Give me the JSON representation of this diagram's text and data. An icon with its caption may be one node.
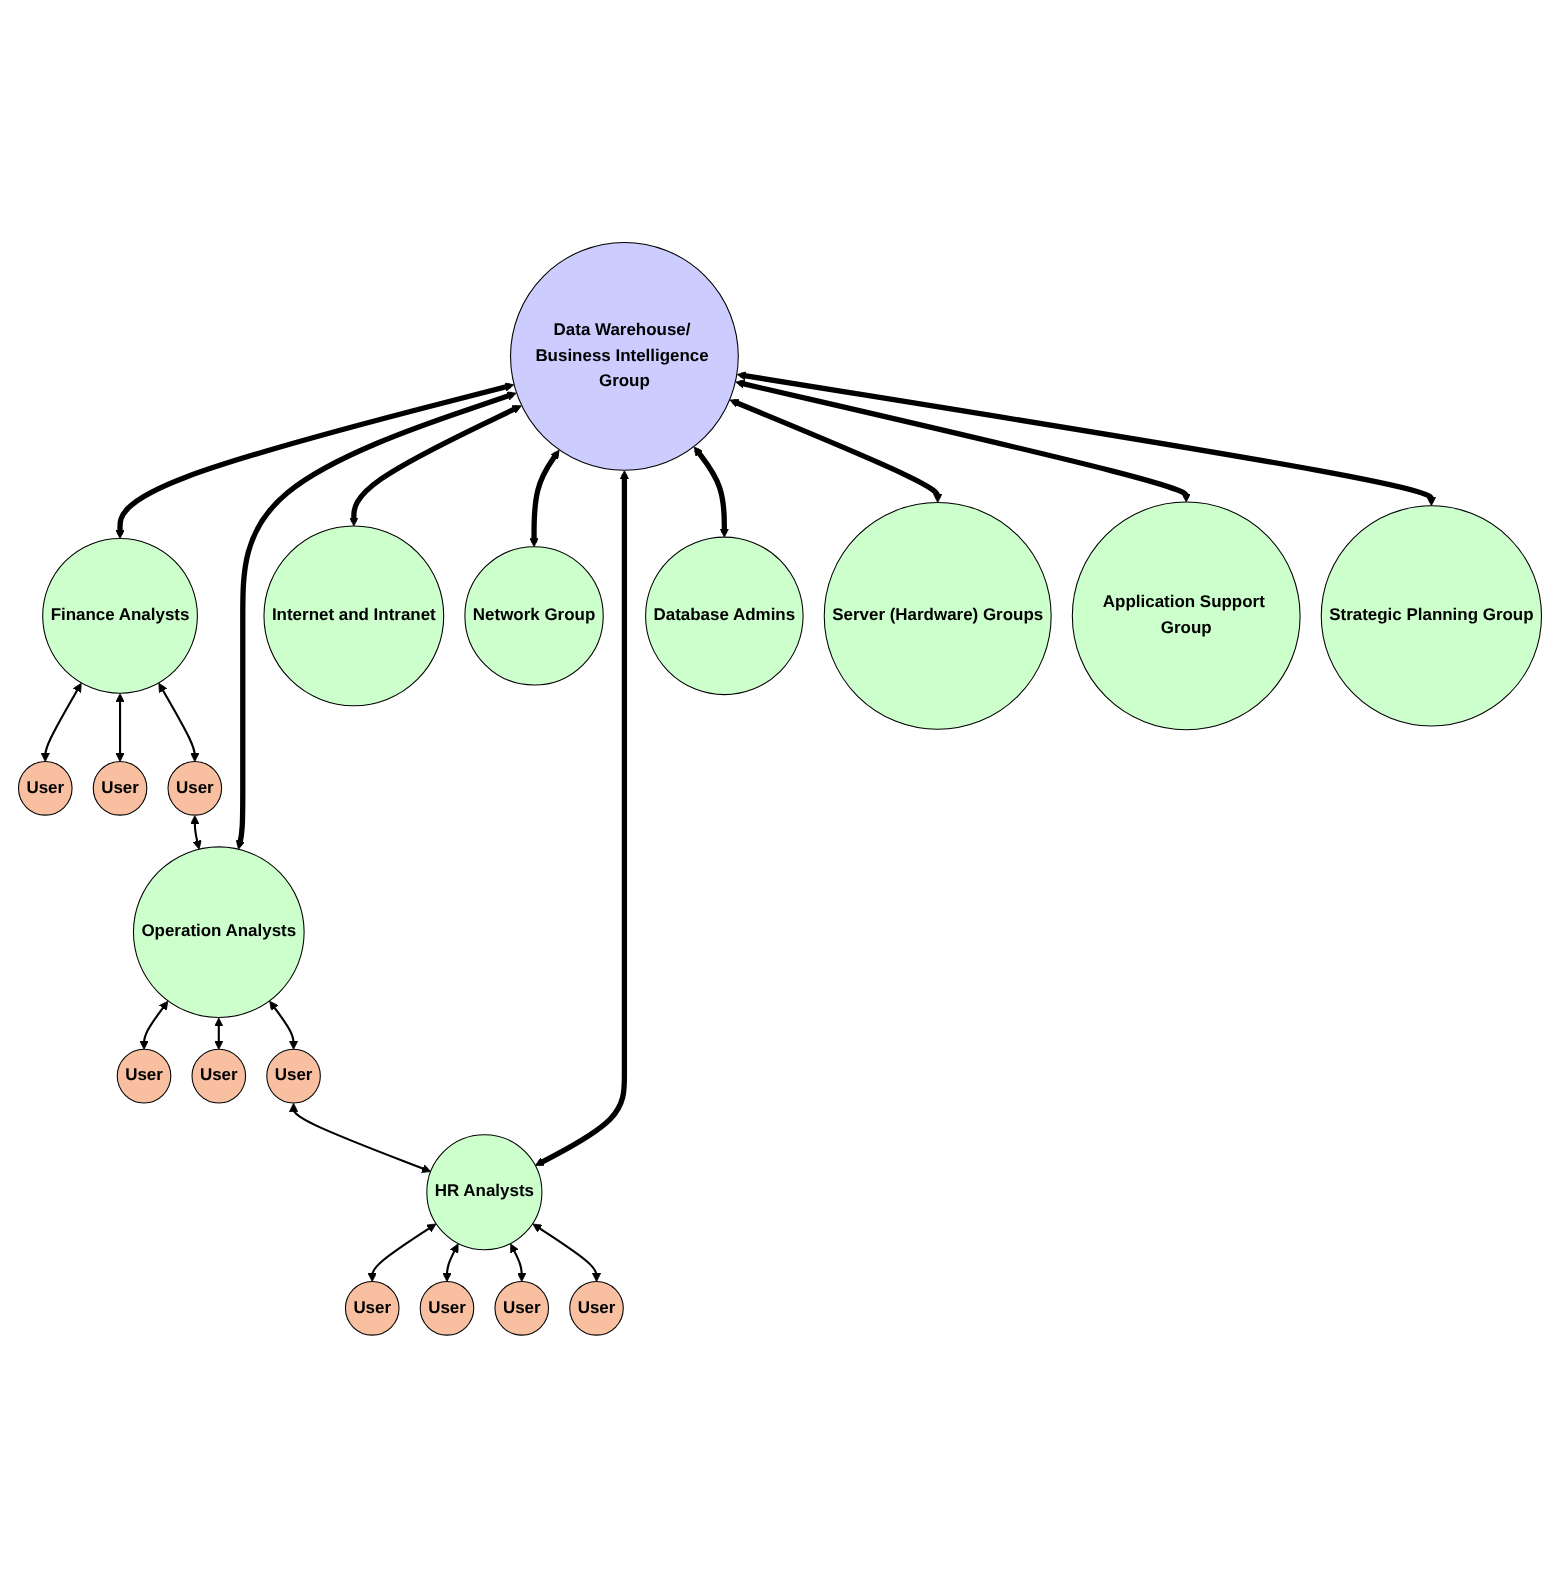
{
  "diagram": {
    "nodes": [
      {
        "text": [
          "User"
        ]
      },
      {
        "text": [
          "User"
        ]
      },
      {
        "text": [
          "User"
        ]
      },
      {
        "text": [
          "User"
        ]
      },
      {
        "text": [
          "User"
        ]
      },
      {
        "text": [
          "Finance Analysts"
        ]
      },
      {
        "text": [
          "Operation Analysts"
        ]
      },
      {
        "text": [
          "Internet and Intranet"
        ]
      },
      {
        "text": [
          "User"
        ]
      },
      {
        "text": [
          "Network Group"
        ]
      },
      {
        "text": [
          "User"
        ]
      },
      {
        "text": [
          "Data Warehouse/ Business Intelligence Group"
        ]
      },
      {
        "text": [
          "HR Analysts"
        ]
      },
      {
        "text": [
          "User"
        ]
      },
      {
        "text": [
          "Database Admins"
        ]
      },
      {
        "text": [
          "User"
        ]
      },
      {
        "text": [
          "Server (Hardware) Groups"
        ]
      },
      {
        "text": [
          "User"
        ]
      },
      {
        "text": [
          "Application Support Group"
        ]
      },
      {
        "text": [
          "Strategic Planning Group"
        ]
      }
    ],
    "edges": [
      {
        "from": 11,
        "to": 5,
        "arrow": "both",
        "style": "thick"
      },
      {
        "from": 11,
        "to": 6,
        "arrow": "both",
        "style": "thick"
      },
      {
        "from": 11,
        "to": 7,
        "arrow": "both",
        "style": "thick"
      },
      {
        "from": 11,
        "to": 9,
        "arrow": "both",
        "style": "thick"
      },
      {
        "from": 11,
        "to": 12,
        "arrow": "both",
        "style": "thick"
      },
      {
        "from": 11,
        "to": 14,
        "arrow": "both",
        "style": "thick"
      },
      {
        "from": 11,
        "to": 16,
        "arrow": "both",
        "style": "thick"
      },
      {
        "from": 11,
        "to": 18,
        "arrow": "both",
        "style": "thick"
      },
      {
        "from": 11,
        "to": 19,
        "arrow": "both",
        "style": "thick"
      },
      {
        "from": 5,
        "to": 3,
        "arrow": "both"
      },
      {
        "from": 5,
        "to": 0,
        "arrow": "both"
      },
      {
        "from": 5,
        "to": 2,
        "arrow": "both"
      },
      {
        "from": 2,
        "to": 6,
        "arrow": "both"
      },
      {
        "from": 6,
        "to": 1,
        "arrow": "both"
      },
      {
        "from": 6,
        "to": 4,
        "arrow": "both"
      },
      {
        "from": 6,
        "to": 8,
        "arrow": "both"
      },
      {
        "from": 8,
        "to": 12,
        "arrow": "both"
      },
      {
        "from": 12,
        "to": 10,
        "arrow": "both"
      },
      {
        "from": 12,
        "to": 13,
        "arrow": "both"
      },
      {
        "from": 12,
        "to": 15,
        "arrow": "both"
      },
      {
        "from": 12,
        "to": 17,
        "arrow": "both"
      }
    ]
  }
}
